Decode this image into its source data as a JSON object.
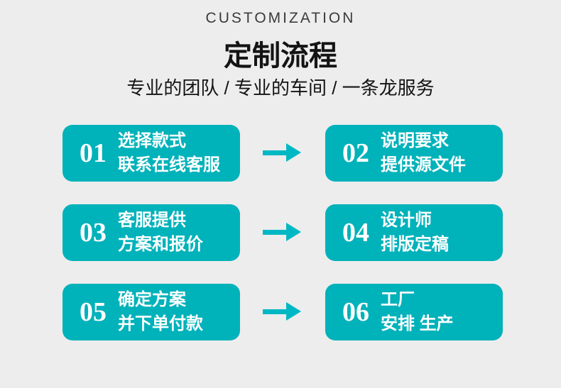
{
  "header": {
    "eyebrow": "CUSTOMIZATION",
    "title": "定制流程",
    "subtitle": "专业的团队 / 专业的车间 / 一条龙服务"
  },
  "steps": [
    {
      "number": "01",
      "line1": "选择款式",
      "line2": "联系在线客服"
    },
    {
      "number": "02",
      "line1": "说明要求",
      "line2": "提供源文件"
    },
    {
      "number": "03",
      "line1": "客服提供",
      "line2": "方案和报价"
    },
    {
      "number": "04",
      "line1": "设计师",
      "line2": "排版定稿"
    },
    {
      "number": "05",
      "line1": "确定方案",
      "line2": "并下单付款"
    },
    {
      "number": "06",
      "line1": "工厂",
      "line2": "安排 生产"
    }
  ],
  "icons": {
    "arrow": "right-arrow-icon"
  },
  "colors": {
    "background": "#ededed",
    "box": "#00b2ba",
    "arrow": "#00b8c3",
    "title_text": "#141414",
    "eyebrow_text": "#3b3b3b",
    "box_text": "#ffffff"
  }
}
